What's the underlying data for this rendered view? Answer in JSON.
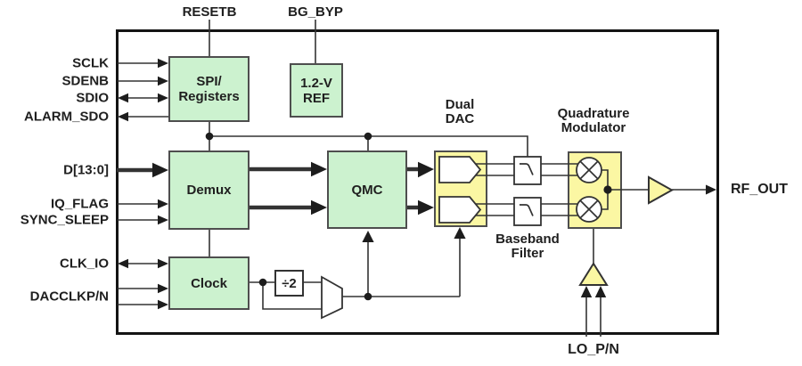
{
  "colors": {
    "green": "#ccf2cf",
    "yellow": "#fbf7a3",
    "wire": "#333333",
    "text": "#1f1f1f",
    "border": "#141414"
  },
  "pins": {
    "resetb": "RESETB",
    "bg_byp": "BG_BYP",
    "sclk": "SCLK",
    "sdenb": "SDENB",
    "sdio": "SDIO",
    "alarm_sdo": "ALARM_SDO",
    "d13_0": "D[13:0]",
    "iq_flag": "IQ_FLAG",
    "sync_sleep": "SYNC_SLEEP",
    "clk_io": "CLK_IO",
    "dacclkpn": "DACCLKP/N",
    "rf_out": "RF_OUT",
    "lo_pn": "LO_P/N"
  },
  "blocks": {
    "spi": "SPI/\nRegisters",
    "ref": "1.2-V\nREF",
    "demux": "Demux",
    "clock": "Clock",
    "qmc": "QMC",
    "div2": "÷2"
  },
  "labels": {
    "dual_dac": "Dual\nDAC",
    "quad_mod": "Quadrature\nModulator",
    "baseband_filter": "Baseband\nFilter"
  }
}
